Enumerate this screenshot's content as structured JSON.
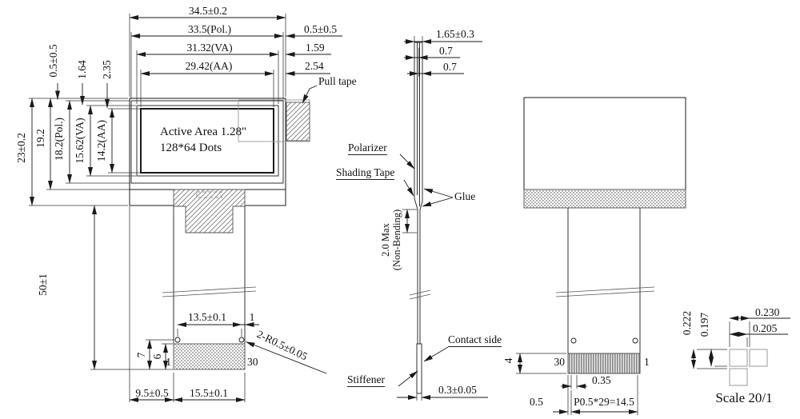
{
  "front_view": {
    "active_area": {
      "line1": "Active Area 1.28\"",
      "line2": "128*64 Dots"
    },
    "labels": {
      "pull_tape": "Pull tape"
    },
    "dims": {
      "width_overall": "34.5±0.2",
      "width_pol": "33.5(Pol.)",
      "width_va": "31.32(VA)",
      "width_aa": "29.42(AA)",
      "right_pol": "0.5±0.5",
      "right_va": "1.59",
      "right_aa": "2.54",
      "top_pol": "0.5±0.5",
      "top_va": "1.64",
      "top_aa": "2.35",
      "height_overall": "23±0.2",
      "height_glass": "19.2",
      "height_pol": "18.2(Pol.)",
      "height_va": "15.62(VA)",
      "height_aa": "14.2(AA)",
      "fpc_length": "50±1",
      "hole_pitch": "13.5±0.1",
      "hole_to_edge": "1",
      "hole_radius": "2-R0.5±0.05",
      "pad_h_outer": "7",
      "pad_h_inner": "6",
      "pad_offset": "9.5±0.5",
      "pad_width": "15.5±0.1"
    },
    "pins": {
      "first": "1",
      "last": "30"
    }
  },
  "side_view": {
    "dims": {
      "thickness_total": "1.65±0.3",
      "layer_top": "0.7",
      "layer_bottom": "0.7",
      "non_bending_line1": "2.0 Max",
      "non_bending_line2": "(Non-Bending)",
      "stiffener_thickness": "0.3±0.05"
    },
    "labels": {
      "polarizer": "Polarizer",
      "shading_tape": "Shading Tape",
      "glue": "Glue",
      "contact_side": "Contact side",
      "stiffener": "Stiffener"
    }
  },
  "back_view": {
    "pins": {
      "last": "30",
      "first": "1"
    },
    "dims": {
      "pin_height": "4",
      "pin_width": "0.35",
      "edge_margin": "0.5",
      "pitch_total": "P0.5*29=14.5"
    }
  },
  "pixel_detail": {
    "dims": {
      "v_pitch": "0.222",
      "v_size": "0.197",
      "h_pitch": "0.230",
      "h_size": "0.205"
    },
    "scale_label": "Scale 20/1"
  }
}
